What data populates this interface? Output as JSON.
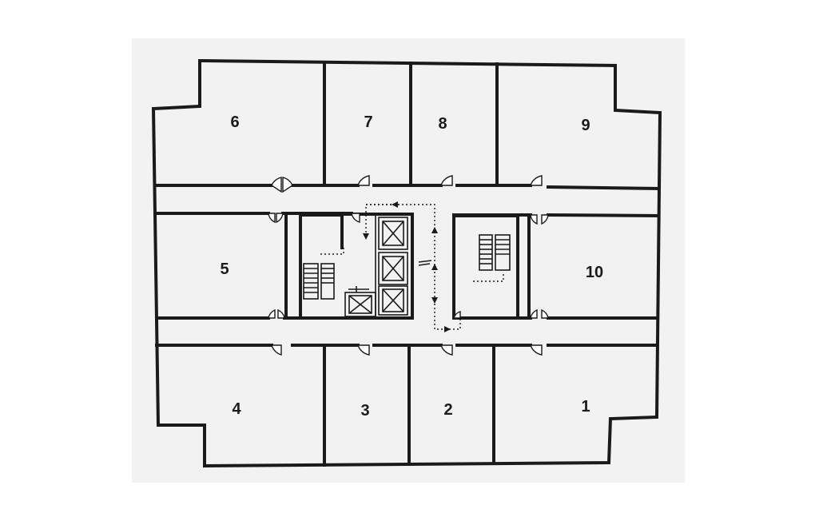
{
  "floor_plan": {
    "units": [
      {
        "id": "1",
        "label": "1"
      },
      {
        "id": "2",
        "label": "2"
      },
      {
        "id": "3",
        "label": "3"
      },
      {
        "id": "4",
        "label": "4"
      },
      {
        "id": "5",
        "label": "5"
      },
      {
        "id": "6",
        "label": "6"
      },
      {
        "id": "7",
        "label": "7"
      },
      {
        "id": "8",
        "label": "8"
      },
      {
        "id": "9",
        "label": "9"
      },
      {
        "id": "10",
        "label": "10"
      }
    ],
    "core": {
      "elevators": 4,
      "stairwells": 2
    },
    "colors": {
      "paper": "#f2f2f2",
      "ink": "#1a1a1a"
    }
  }
}
